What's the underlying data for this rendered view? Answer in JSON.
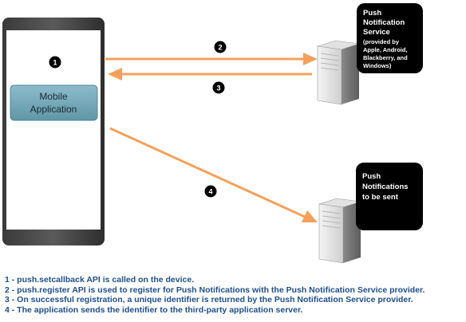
{
  "phone": {
    "app_label_lines": [
      "Mobile",
      "Application"
    ]
  },
  "steps": [
    {
      "number": "1"
    },
    {
      "number": "2"
    },
    {
      "number": "3"
    },
    {
      "number": "4"
    }
  ],
  "servers": {
    "push_service": {
      "title_lines": [
        "Push",
        "Notification",
        "Service"
      ],
      "detail_lines": [
        "(provided by",
        "Apple, Android,",
        "Blackberry, and",
        "Windows)"
      ]
    },
    "third_party": {
      "title_lines": [
        "Push",
        "Notifications",
        "to be sent"
      ]
    }
  },
  "legend": [
    "1 - push.setcallback API is called on the device.",
    "2 - push.register API is used to register for Push Notifications with the Push Notification Service provider.",
    "3 - On successful registration, a unique identifier is returned by the Push Notification Service provider.",
    "4 - The application sends the identifier to the third-party application server."
  ],
  "colors": {
    "arrow": "#f5a05a",
    "phone_screen": "#ffffff",
    "app_box": "#6ea3b3",
    "bubble": "#000000",
    "legend_text": "#1f4e8c"
  }
}
